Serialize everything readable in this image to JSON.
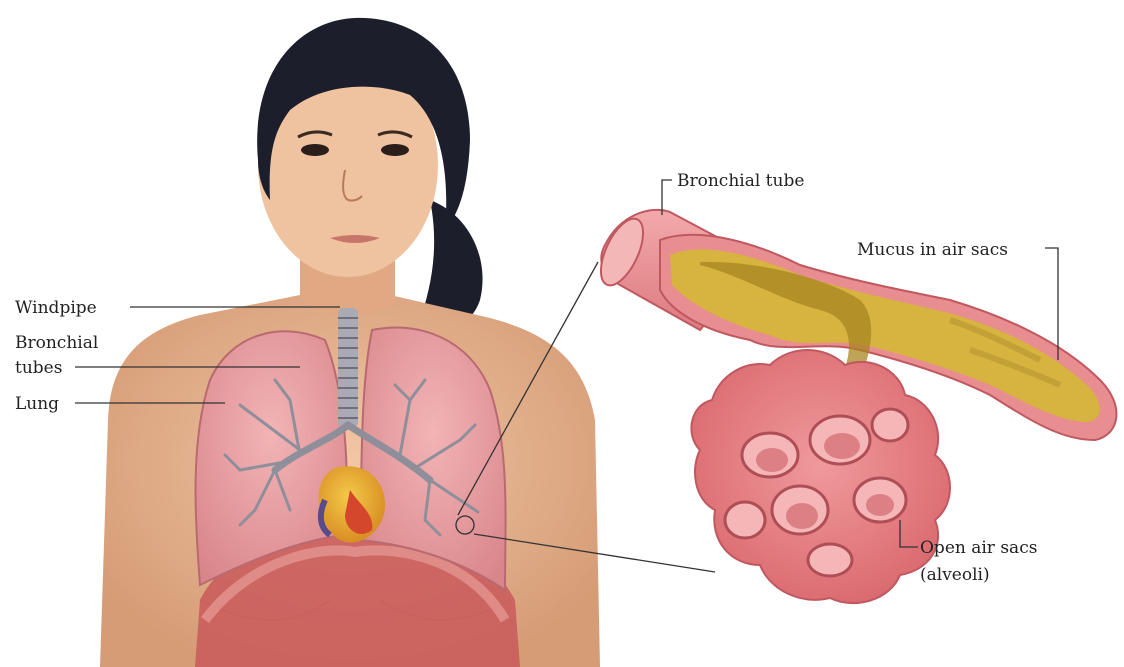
{
  "labels": {
    "windpipe": "Windpipe",
    "bronchial_tubes_line1": "Bronchial",
    "bronchial_tubes_line2": "tubes",
    "lung": "Lung",
    "bronchial_tube": "Bronchial tube",
    "mucus": "Mucus in air sacs",
    "open_air_sacs_line1": "Open air sacs",
    "open_air_sacs_line2": "(alveoli)"
  },
  "colors": {
    "skin": "#e9b895",
    "skin_shadow": "#c98f6a",
    "hair": "#1c1f2b",
    "lung_pink": "#e9a0a4",
    "lung_outline": "#b86a70",
    "bronchi_gray": "#8e8f9a",
    "heart_yellow": "#e8b830",
    "heart_red": "#d4472c",
    "diaphragm": "#c9595a",
    "alveoli_pink": "#e57f83",
    "mucus_yellow": "#d7b340",
    "mucus_dark": "#a88520"
  }
}
